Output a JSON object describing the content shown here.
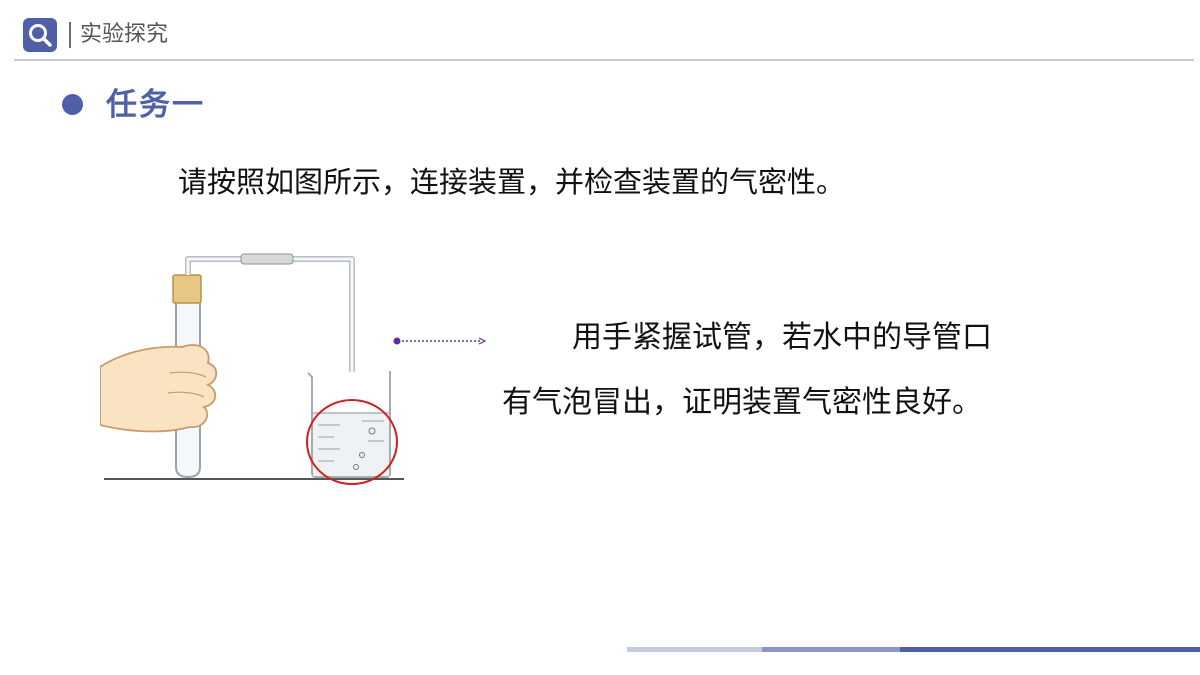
{
  "header": {
    "icon": "search-icon",
    "title": "实验探究"
  },
  "section": {
    "title": "任务一"
  },
  "instruction": "请按照如图所示，连接装置，并检查装置的气密性。",
  "result": {
    "line1": "用手紧握试管，若水中的导管口",
    "line2": "有气泡冒出，证明装置气密性良好。"
  },
  "colors": {
    "accent": "#4f5fa8",
    "highlight_circle": "#d01f1f",
    "arrow": "#6a2c91"
  }
}
